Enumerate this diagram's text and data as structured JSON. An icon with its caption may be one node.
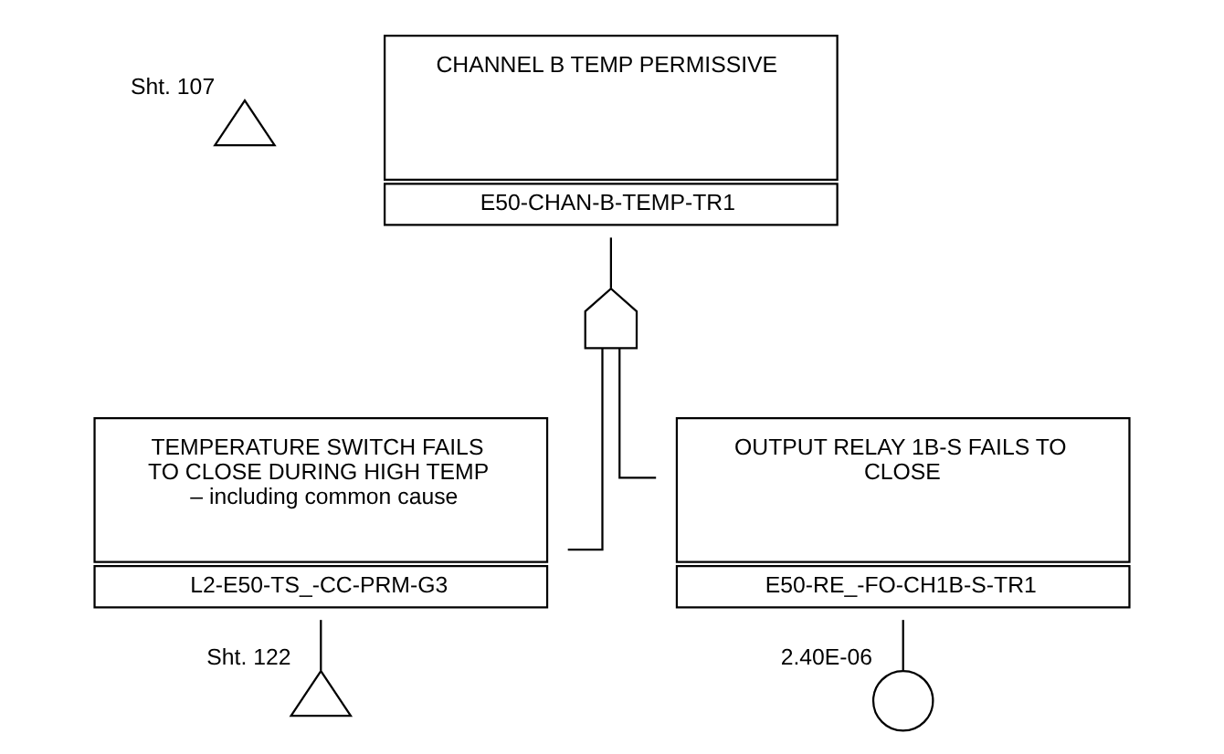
{
  "diagram": {
    "nodes": [
      {
        "text": [
          "CHANNEL B TEMP PERMISSIVE",
          "E50-CHAN-B-TEMP-TR1"
        ]
      },
      {
        "text": [],
        "shape": "triangle",
        "beside": [
          "Sht. 107"
        ]
      },
      {
        "text": [],
        "shape": "gate"
      },
      {
        "text": [
          "TEMPERATURE SWITCH FAILS TO CLOSE DURING HIGH TEMP – including common cause",
          "L2-E50-TS_-CC-PRM-G3"
        ]
      },
      {
        "text": [],
        "shape": "triangle",
        "beside": [
          "Sht. 122"
        ]
      },
      {
        "text": [
          "OUTPUT RELAY 1B-S FAILS TO CLOSE",
          "E50-RE_-FO-CH1B-S-TR1"
        ]
      },
      {
        "text": [],
        "shape": "circle",
        "beside": [
          "2.40E-06"
        ]
      }
    ],
    "edges": [
      {
        "from": 0,
        "to": 2,
        "arrow": "none"
      },
      {
        "from": 2,
        "to": 3,
        "arrow": "none"
      },
      {
        "from": 2,
        "to": 5,
        "arrow": "none"
      },
      {
        "from": 3,
        "to": 4,
        "arrow": "none"
      },
      {
        "from": 5,
        "to": 6,
        "arrow": "none"
      }
    ]
  }
}
